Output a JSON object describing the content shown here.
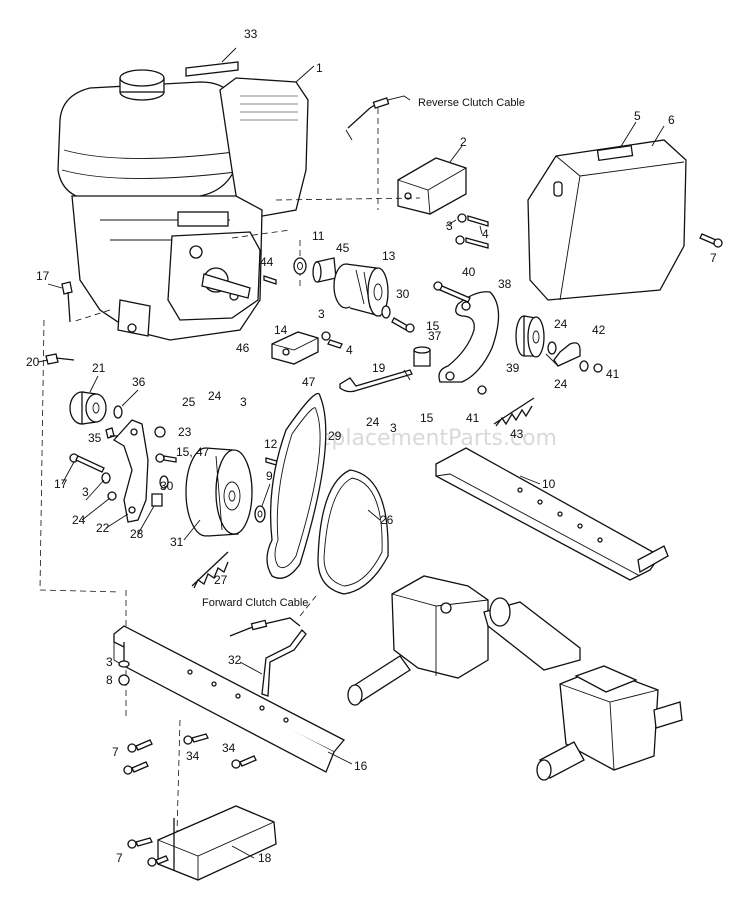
{
  "watermark": "eReplacementParts.com",
  "callouts": {
    "reverse_clutch_cable": "Reverse Clutch Cable",
    "forward_clutch_cable": "Forward Clutch Cable"
  },
  "labels": [
    {
      "id": "33",
      "text": "33"
    },
    {
      "id": "1",
      "text": "1"
    },
    {
      "id": "2",
      "text": "2"
    },
    {
      "id": "5",
      "text": "5"
    },
    {
      "id": "6",
      "text": "6"
    },
    {
      "id": "7a",
      "text": "7"
    },
    {
      "id": "3a",
      "text": "3"
    },
    {
      "id": "4a",
      "text": "4"
    },
    {
      "id": "11",
      "text": "11"
    },
    {
      "id": "45",
      "text": "45"
    },
    {
      "id": "13",
      "text": "13"
    },
    {
      "id": "44",
      "text": "44"
    },
    {
      "id": "17a",
      "text": "17"
    },
    {
      "id": "40",
      "text": "40"
    },
    {
      "id": "38",
      "text": "38"
    },
    {
      "id": "30a",
      "text": "30"
    },
    {
      "id": "15a",
      "text": "15"
    },
    {
      "id": "14",
      "text": "14"
    },
    {
      "id": "3b",
      "text": "3"
    },
    {
      "id": "4b",
      "text": "4"
    },
    {
      "id": "37",
      "text": "37"
    },
    {
      "id": "24a",
      "text": "24"
    },
    {
      "id": "42",
      "text": "42"
    },
    {
      "id": "39",
      "text": "39"
    },
    {
      "id": "24b",
      "text": "24"
    },
    {
      "id": "41a",
      "text": "41"
    },
    {
      "id": "20",
      "text": "20"
    },
    {
      "id": "21",
      "text": "21"
    },
    {
      "id": "46",
      "text": "46"
    },
    {
      "id": "36",
      "text": "36"
    },
    {
      "id": "25",
      "text": "25"
    },
    {
      "id": "24c",
      "text": "24"
    },
    {
      "id": "3c",
      "text": "3"
    },
    {
      "id": "47a",
      "text": "47"
    },
    {
      "id": "19",
      "text": "19"
    },
    {
      "id": "41b",
      "text": "41"
    },
    {
      "id": "35",
      "text": "35"
    },
    {
      "id": "23",
      "text": "23"
    },
    {
      "id": "12",
      "text": "12"
    },
    {
      "id": "29",
      "text": "29"
    },
    {
      "id": "24d",
      "text": "24"
    },
    {
      "id": "3d",
      "text": "3"
    },
    {
      "id": "15b",
      "text": "15"
    },
    {
      "id": "43",
      "text": "43"
    },
    {
      "id": "15c",
      "text": "15,"
    },
    {
      "id": "47b",
      "text": "47"
    },
    {
      "id": "10",
      "text": "10"
    },
    {
      "id": "17b",
      "text": "17"
    },
    {
      "id": "9",
      "text": "9"
    },
    {
      "id": "3e",
      "text": "3"
    },
    {
      "id": "30b",
      "text": "30"
    },
    {
      "id": "24e",
      "text": "24"
    },
    {
      "id": "22",
      "text": "22"
    },
    {
      "id": "28",
      "text": "28"
    },
    {
      "id": "26",
      "text": "26"
    },
    {
      "id": "31",
      "text": "31"
    },
    {
      "id": "27",
      "text": "27"
    },
    {
      "id": "32",
      "text": "32"
    },
    {
      "id": "3f",
      "text": "3"
    },
    {
      "id": "8",
      "text": "8"
    },
    {
      "id": "7b",
      "text": "7"
    },
    {
      "id": "34a",
      "text": "34"
    },
    {
      "id": "34b",
      "text": "34"
    },
    {
      "id": "16",
      "text": "16"
    },
    {
      "id": "18",
      "text": "18"
    },
    {
      "id": "7c",
      "text": "7"
    }
  ]
}
